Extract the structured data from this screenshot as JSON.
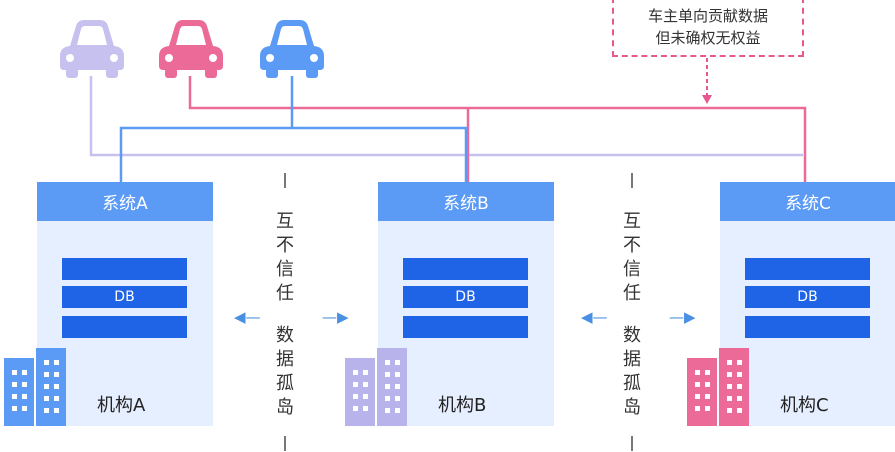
{
  "note": {
    "line1": "车主单向贡献数据",
    "line2": "但未确权无权益"
  },
  "systems": [
    {
      "title": "系统A",
      "db_label": "DB",
      "org_label": "机构A",
      "color": "#5b9af5"
    },
    {
      "title": "系统B",
      "db_label": "DB",
      "org_label": "机构B",
      "color": "#b8b3ea"
    },
    {
      "title": "系统C",
      "db_label": "DB",
      "org_label": "机构C",
      "color": "#ec6a98"
    }
  ],
  "cars": [
    {
      "color": "#c6c1ef",
      "icon": "car-icon"
    },
    {
      "color": "#ec6a98",
      "icon": "car-icon"
    },
    {
      "color": "#5b9af5",
      "icon": "car-icon"
    }
  ],
  "separators": [
    {
      "label": "互不信任数据孤岛"
    },
    {
      "label": "互不信任数据孤岛"
    }
  ],
  "colors": {
    "panel_bg": "#e6efff",
    "header": "#5b9af5",
    "db_bar": "#1f63e6",
    "pink": "#e8578f",
    "blue_line": "#5b9af5",
    "lavender_line": "#c6c1ef"
  }
}
